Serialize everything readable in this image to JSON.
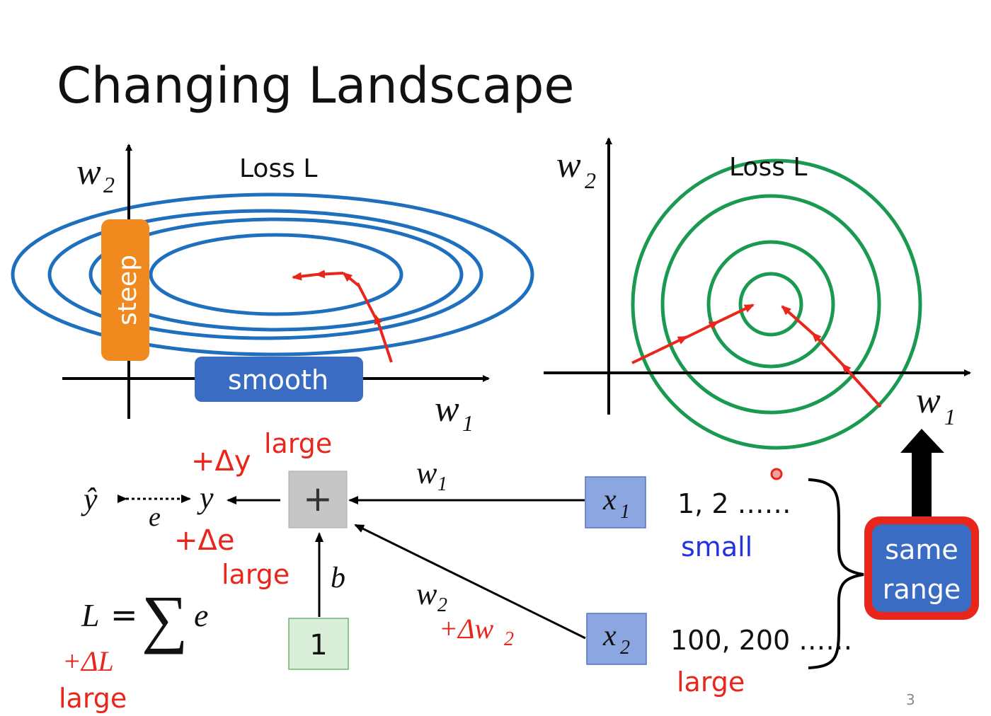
{
  "slide": {
    "title": "Changing Landscape",
    "page_number": "3"
  },
  "left_plot": {
    "loss_label": "Loss L",
    "axis_x": "w",
    "axis_x_sub": "1",
    "axis_y": "w",
    "axis_y_sub": "2",
    "steep_label": "steep",
    "smooth_label": "smooth"
  },
  "right_plot": {
    "loss_label": "Loss L",
    "axis_x": "w",
    "axis_x_sub": "1",
    "axis_y": "w",
    "axis_y_sub": "2"
  },
  "network": {
    "yhat": "ŷ",
    "e": "e",
    "y": "y",
    "plus": "+",
    "b": "b",
    "one": "1",
    "w1": "w",
    "w1_sub": "1",
    "w2": "w",
    "w2_sub": "2",
    "x1": "x",
    "x1_sub": "1",
    "x2": "x",
    "x2_sub": "2",
    "delta_y": "+Δy",
    "delta_e": "+Δe",
    "delta_w2": "+Δw",
    "delta_w2_sub": "2",
    "delta_L": "+ΔL",
    "large_1": "large",
    "large_2": "large",
    "large_3": "large",
    "large_4": "large",
    "loss_L": "L",
    "loss_eq": "=",
    "loss_sum": "∑",
    "loss_e": "e",
    "x1_values": "1, 2 ……",
    "x1_range": "small",
    "x2_values": "100, 200 ……",
    "x2_range": "large",
    "same_range_1": "same",
    "same_range_2": "range"
  },
  "colors": {
    "blue_contour": "#1f6fbf",
    "green_contour": "#1a9a50",
    "red": "#e8261c",
    "orange": "#f08a1e",
    "box_blue": "#3b6cc4",
    "small_blue": "#2233dd"
  }
}
